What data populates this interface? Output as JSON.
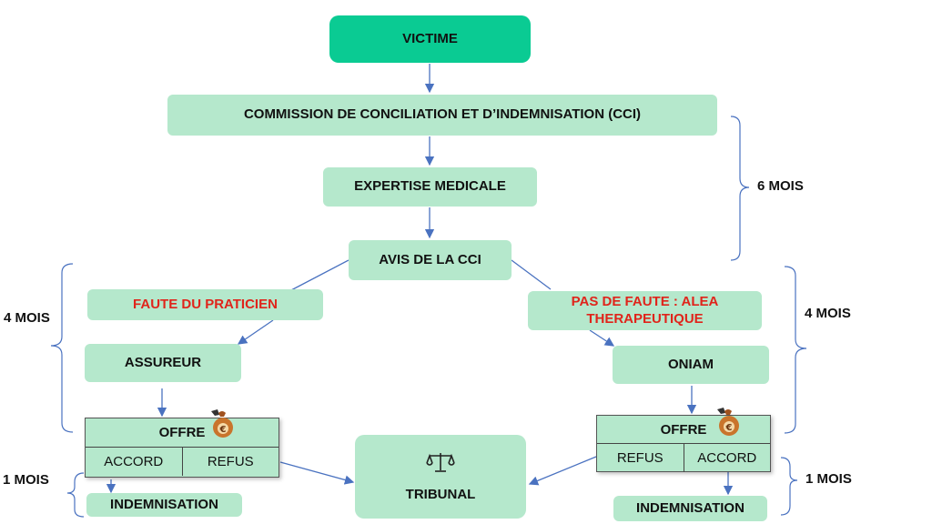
{
  "victime": "VICTIME",
  "cci": "COMMISSION DE CONCILIATION ET D’INDEMNISATION (CCI)",
  "expertise": "EXPERTISE MEDICALE",
  "avis": "AVIS DE LA CCI",
  "faute": "FAUTE DU PRATICIEN",
  "pas_faute": "PAS DE FAUTE : ALEA THERAPEUTIQUE",
  "assureur": "ASSUREUR",
  "oniam": "ONIAM",
  "tribunal": "TRIBUNAL",
  "left_offer": {
    "title": "OFFRE",
    "opt1": "ACCORD",
    "opt2": "REFUS"
  },
  "right_offer": {
    "title": "OFFRE",
    "opt1": "REFUS",
    "opt2": "ACCORD"
  },
  "left_indemnisation": "INDEMNISATION",
  "right_indemnisation": "INDEMNISATION",
  "durations": {
    "six_mois": "6 MOIS",
    "left_four_mois": "4 MOIS",
    "right_four_mois": "4 MOIS",
    "left_one_mois": "1 MOIS",
    "right_one_mois": "1 MOIS"
  },
  "colors": {
    "box": "#b5e8cc",
    "top_box": "#0acb93",
    "fault_text": "#e0241b",
    "connector": "#4a72c0"
  },
  "icons": [
    "money-bag-euro-icon",
    "scales-of-justice-icon"
  ]
}
